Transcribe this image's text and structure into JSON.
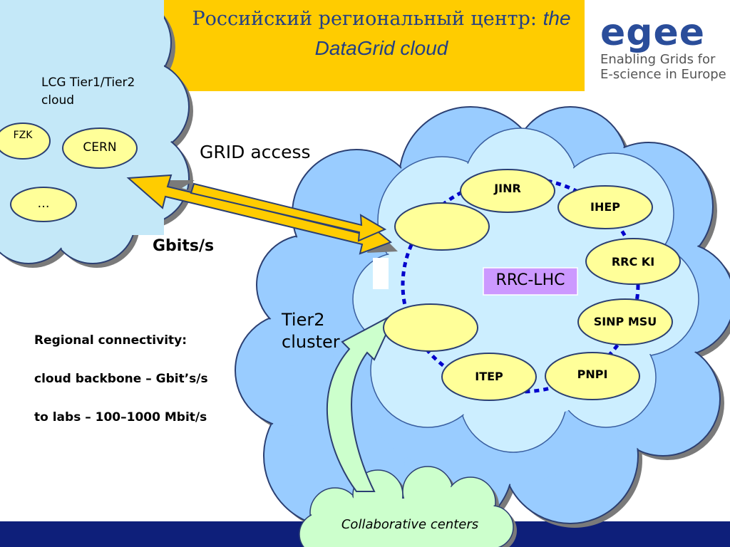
{
  "header": {
    "title_ru": "Российский региональный центр",
    "title_colon": ":",
    "title_en_part1": "the",
    "title_en_part2": "DataGrid cloud"
  },
  "logo": {
    "word": "egee",
    "tagline1": "Enabling Grids for",
    "tagline2": "E-science in Europe"
  },
  "lcg_cloud": {
    "title_line1": "LCG Tier1/Tier2",
    "title_line2": "cloud",
    "nodes": [
      "FZK",
      "CERN",
      "…"
    ]
  },
  "grid_access_label": "GRID access",
  "gbits_label": "Gbits/s",
  "tier2_label_line1": "Tier2",
  "tier2_label_line2": "cluster",
  "rrc_lhc_label": "RRC-LHC",
  "ring_nodes": [
    "JINR",
    "IHEP",
    "RRC KI",
    "SINP MSU",
    "PNPI",
    "ITEP"
  ],
  "connectivity": {
    "heading": "Regional connectivity:",
    "line1": "cloud backbone – Gbit’s/s",
    "line2": "to labs – 100–1000 Mbit/s"
  },
  "collaborative_label": "Collaborative centers",
  "colors": {
    "header_bg": "#ffcc00",
    "title_text": "#223f86",
    "cloud_outer": "#99ccff",
    "cloud_inner": "#c4e8f8",
    "cloud_light": "#cceeff",
    "node_fill": "#ffff99",
    "rrc_lhc_fill": "#cc99ff",
    "ring_dots": "#0000cc",
    "arrow_fill": "#ffcc00",
    "collab_fill": "#ccffcc",
    "footer_bg": "#0e1f7a"
  }
}
